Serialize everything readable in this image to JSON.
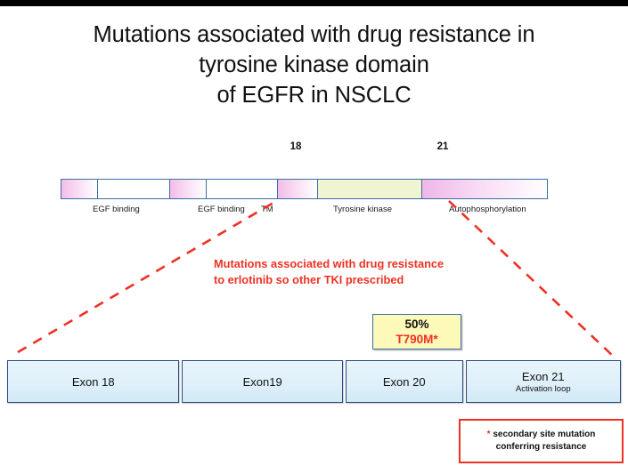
{
  "slide": {
    "title_lines": [
      "Mutations associated with drug resistance in",
      "tyrosine kinase domain",
      "of EGFR in NSCLC"
    ],
    "colors": {
      "red_accent": "#ee3124",
      "blue_border": "#3c6ea5",
      "exon_border": "#2a4a80",
      "exon_fill": "#dff0fa",
      "callout_fill": "#fdf9b8",
      "kinase_fill": "#eef5d0",
      "pink_fill": "#f2bde8",
      "top_band": "#000000"
    }
  },
  "protein": {
    "tick_labels": [
      {
        "name": "exon-18-tick",
        "text": "18"
      },
      {
        "name": "exon-21-tick",
        "text": "21"
      }
    ],
    "domain_labels": [
      {
        "name": "egf-binding-1",
        "text": "EGF binding"
      },
      {
        "name": "egf-binding-2",
        "text": "EGF binding"
      },
      {
        "name": "transmembrane",
        "text": "TM"
      },
      {
        "name": "tyrosine-kinase",
        "text": "Tyrosine kinase"
      },
      {
        "name": "autophosphorylation",
        "text": "Autophosphorylation"
      }
    ],
    "segments": [
      {
        "name": "egf-binding-1-pink",
        "fill": "pink",
        "width_pct": 10.0
      },
      {
        "name": "egf-binding-1-rest",
        "fill": "white",
        "width_pct": 20.0
      },
      {
        "name": "egf-binding-2-pink",
        "fill": "pink",
        "width_pct": 10.0
      },
      {
        "name": "egf-binding-2-rest",
        "fill": "white",
        "width_pct": 20.0
      },
      {
        "name": "tm-pink",
        "fill": "pink",
        "width_pct": 11.0
      },
      {
        "name": "tyrosine-kinase",
        "fill": "green",
        "width_pct": 29.0
      },
      {
        "name": "autophosphorylation",
        "fill": "pinkwide",
        "width_pct": 35.0
      }
    ]
  },
  "annotation": {
    "red_note_lines": [
      "Mutations associated with drug resistance",
      "to erlotinib so other TKI prescribed"
    ]
  },
  "callout": {
    "percent": "50%",
    "mutation": "T790M*"
  },
  "exons": [
    {
      "name": "exon-18",
      "label": "Exon 18",
      "sublabel": ""
    },
    {
      "name": "exon-19",
      "label": "Exon19",
      "sublabel": ""
    },
    {
      "name": "exon-20",
      "label": "Exon 20",
      "sublabel": ""
    },
    {
      "name": "exon-21",
      "label": "Exon 21",
      "sublabel": "Activation loop"
    }
  ],
  "footnote": {
    "star": "*",
    "line1": " secondary site mutation",
    "line2": "conferring resistance"
  }
}
